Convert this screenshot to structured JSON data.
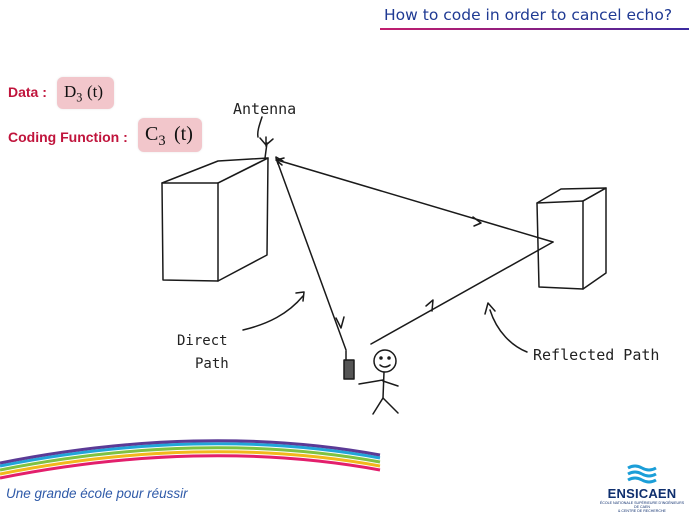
{
  "title": "How to code in order to cancel echo?",
  "data_label": "Data :",
  "data_formula": {
    "symbol": "D",
    "subscript": "3",
    "arg": "(t)"
  },
  "coding_label": "Coding Function :",
  "coding_formula": {
    "symbol": "C",
    "subscript": "3",
    "arg": "(t)"
  },
  "diagram": {
    "antenna_label": "Antenna",
    "direct_path_label": [
      "Direct",
      "Path"
    ],
    "reflected_path_label": "Reflected Path"
  },
  "footer": {
    "tagline": "Une grande école pour réussir",
    "logo_name": "ENSICAEN",
    "logo_subtitle": [
      "ÉCOLE NATIONALE SUPÉRIEURE D'INGÉNIEURS DE CAEN",
      "& CENTRE DE RECHERCHE"
    ]
  },
  "colors": {
    "title": "#1f3a93",
    "labels": "#c0143c",
    "formula_box": "#f2c6cb",
    "tagline": "#2f5aa8",
    "logo": "#0f2f6e"
  }
}
